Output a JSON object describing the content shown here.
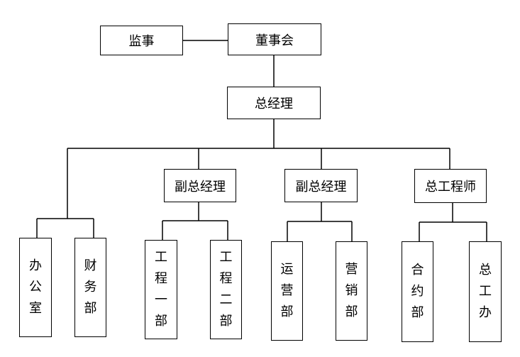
{
  "org": {
    "supervisor": "监事",
    "board": "董事会",
    "gm": "总经理",
    "vp1": "副总经理",
    "vp2": "副总经理",
    "chief_engineer": "总工程师",
    "depts": {
      "office": "办公室",
      "finance": "财务部",
      "eng1": "工程一部",
      "eng2": "工程二部",
      "ops": "运营部",
      "marketing": "营销部",
      "contract": "合约部",
      "ce_office": "总工办"
    }
  }
}
